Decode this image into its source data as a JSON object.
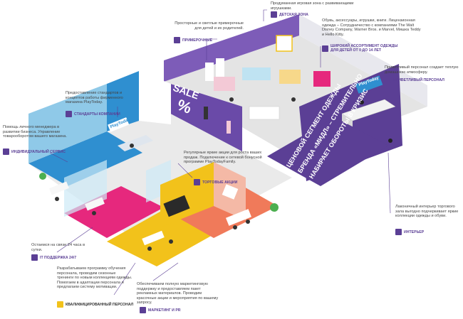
{
  "notes": {
    "childzone_text": "Продуманная игровая зона с развивающими игрушками.",
    "childzone_tag": "Детская зона",
    "fitting_text": "Просторные и светлые примерочные для детей и их родителей.",
    "fitting_tag": "Примерочные",
    "assortment_text": "Обувь, аксессуары, игрушки, книги. Лицензионная одежда – Сотрудничество с компаниями The Walt Disney Company, Warner Bros. и Marvel, Мишка Teddy и Hello Kitty.",
    "assortment_tag": "Широкий ассортимент одежды для детей от 0 до 14 лет",
    "staff_text": "Приветливый персонал создает теплую домашнюю атмосферу.",
    "staff_tag": "Приветливый персонал",
    "standards_text": "Предоставление стандартов и концептов работы фирменного магазина PlayToday.",
    "standards_tag": "Стандарты компании",
    "manager_text": "Помощь личного менеджера в развитии бизнеса. Управление товарооборотом вашего магазина.",
    "manager_tag": "Индивидуальный сервис",
    "promo_text": "Регулярные яркие акции для роста ваших продаж. Подключение к сетевой бонусной программе PlayTodayFamily.",
    "promo_tag": "Торговые акции",
    "interior_text": "Лаконичный интерьер торгового зала выгодно подчеркивает яркие коллекции одежды и обуви.",
    "interior_tag": "Интерьер",
    "support_text": "Остаемся на связи 24 часа в сутки.",
    "support_tag": "IT поддержка 24/7",
    "training_text": "Разрабатываем программу обучения персонала, проводим сезонные тренинги по новым коллекциям одежды. Помогаем в адаптации персонала и предлагаем систему мотивации.",
    "training_tag": "Квалифицированный персонал",
    "marketing_text": "Обеспечиваем полную маркетинговую поддержку и предоставляем пакет рекламных материалов. Проводим красочные акции и мероприятия по вашему запросу.",
    "marketing_tag": "Маркетинг и PR"
  },
  "slogan": {
    "line1": "Ценовой сегмент одежды",
    "line2": "бренда «Мидл» – стремительно",
    "line3": "набирает обороты в кризис"
  },
  "signs": {
    "sale": "SALE",
    "percent": "%",
    "brand": "PlayToday"
  },
  "colors": {
    "purple": "#5b3f95",
    "purple_light": "#7d5cb8",
    "blue": "#2f8fd0",
    "pink": "#e6287d",
    "yellow": "#f2c21b",
    "salmon": "#f07a5a",
    "floor": "#d9d9d9"
  }
}
